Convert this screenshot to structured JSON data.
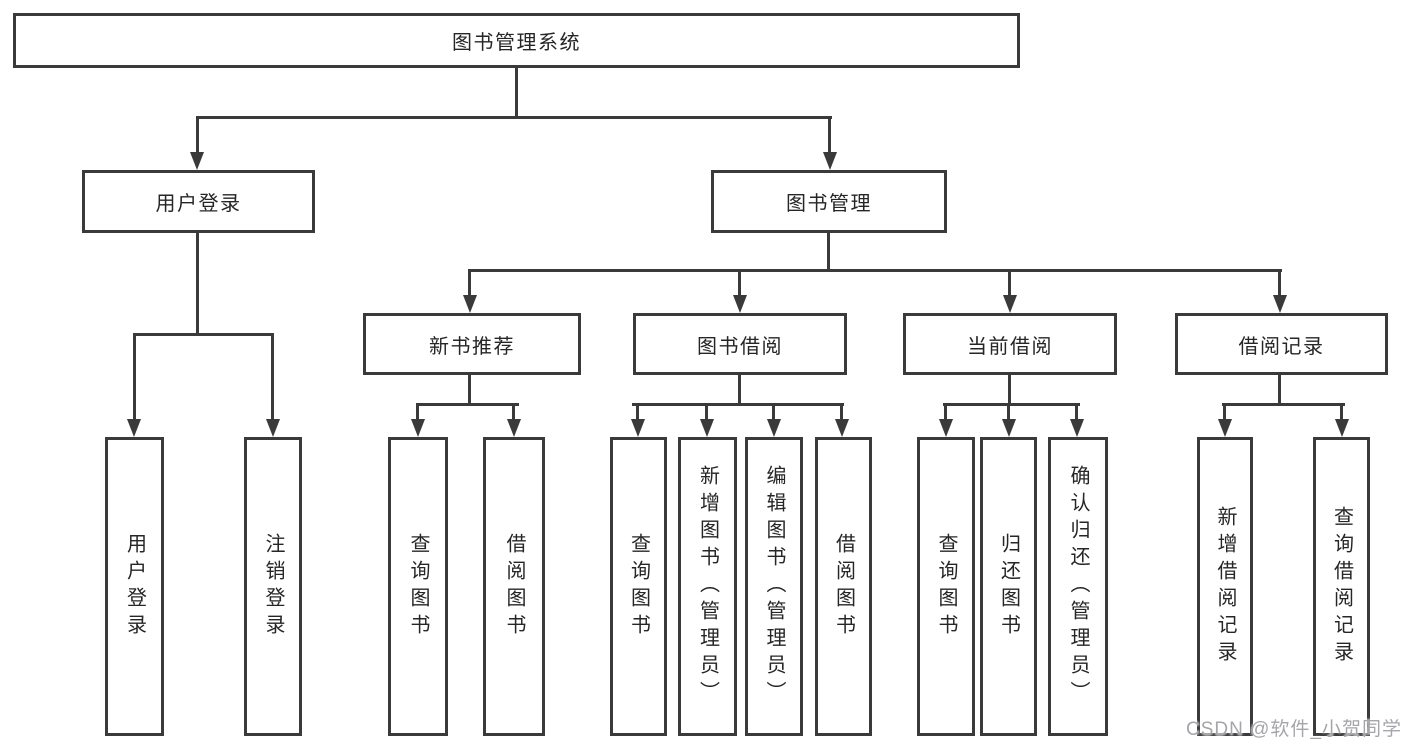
{
  "diagram": {
    "title": "图书管理系统",
    "level2": {
      "user_login": "用户登录",
      "book_mgmt": "图书管理"
    },
    "level3": {
      "new_book_rec": "新书推荐",
      "book_borrow": "图书借阅",
      "current_borrow": "当前借阅",
      "borrow_record": "借阅记录"
    },
    "leaves": {
      "user_login": [
        "用户登录",
        "注销登录"
      ],
      "new_book_rec": [
        "查询图书",
        "借阅图书"
      ],
      "book_borrow": [
        "查询图书",
        "新增图书（管理员）",
        "编辑图书（管理员）",
        "借阅图书"
      ],
      "current_borrow": [
        "查询图书",
        "归还图书",
        "确认归还（管理员）"
      ],
      "borrow_record": [
        "新增借阅记录",
        "查询借阅记录"
      ]
    }
  },
  "watermark": "CSDN @软件_小贺同学",
  "colors": {
    "line": "#3a3a3a",
    "text": "#262626",
    "watermark": "#a6a6aa",
    "background": "#ffffff"
  }
}
